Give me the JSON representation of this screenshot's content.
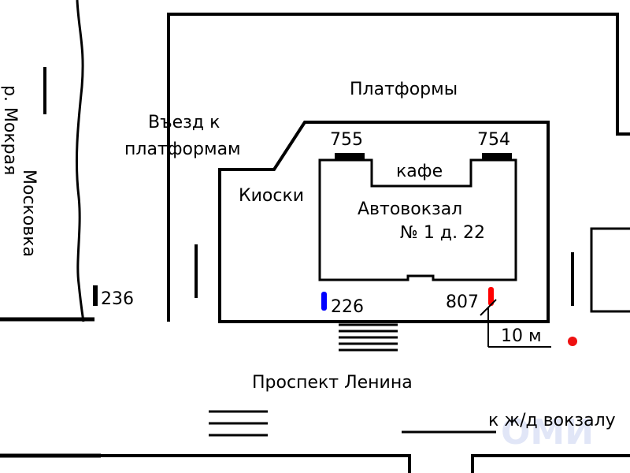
{
  "map": {
    "title": "",
    "labels": {
      "platforms": "Платформы",
      "entrance_line1": "Въезд к",
      "entrance_line2": "платформам",
      "kiosks": "Киоски",
      "cafe": "кафе",
      "station_line1": "Автовокзал",
      "station_line2": "№ 1   д. 22",
      "avenue": "Проспект  Ленина",
      "to_railway": "к ж/д вокзалу",
      "distance": "10 м",
      "river_name": "р. Мокрая",
      "street_name": "Московка"
    },
    "stops": [
      {
        "number": "755",
        "color": "#000000"
      },
      {
        "number": "754",
        "color": "#000000"
      },
      {
        "number": "236",
        "color": "#000000"
      },
      {
        "number": "226",
        "color": "#0000ff"
      },
      {
        "number": "807",
        "color": "#ff0000"
      }
    ],
    "watermark": "ОМИ",
    "colors": {
      "lines": "#000000",
      "blue_stop": "#0000ff",
      "red_stop": "#ff0000",
      "marker_dot": "#ee1111"
    }
  }
}
